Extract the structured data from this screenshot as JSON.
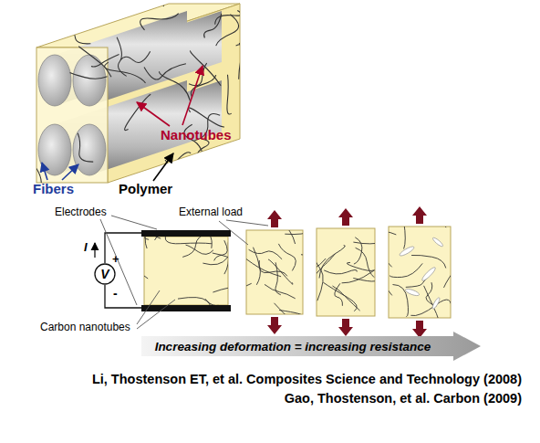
{
  "diagram": {
    "nodes": [
      {
        "text": [
          "V"
        ]
      },
      {
        "text": [
          "Increasing deformation = increasing resistance"
        ]
      }
    ],
    "labels": [
      "Nanotubes",
      "Fibers",
      "Polymer",
      "Electrodes",
      "External load",
      "I",
      "+",
      "-",
      "Carbon nanotubes",
      "Li, Thostenson ET, et al. Composites Science and Technology (2008)",
      "Gao, Thostenson, et al. Carbon (2009)"
    ]
  }
}
